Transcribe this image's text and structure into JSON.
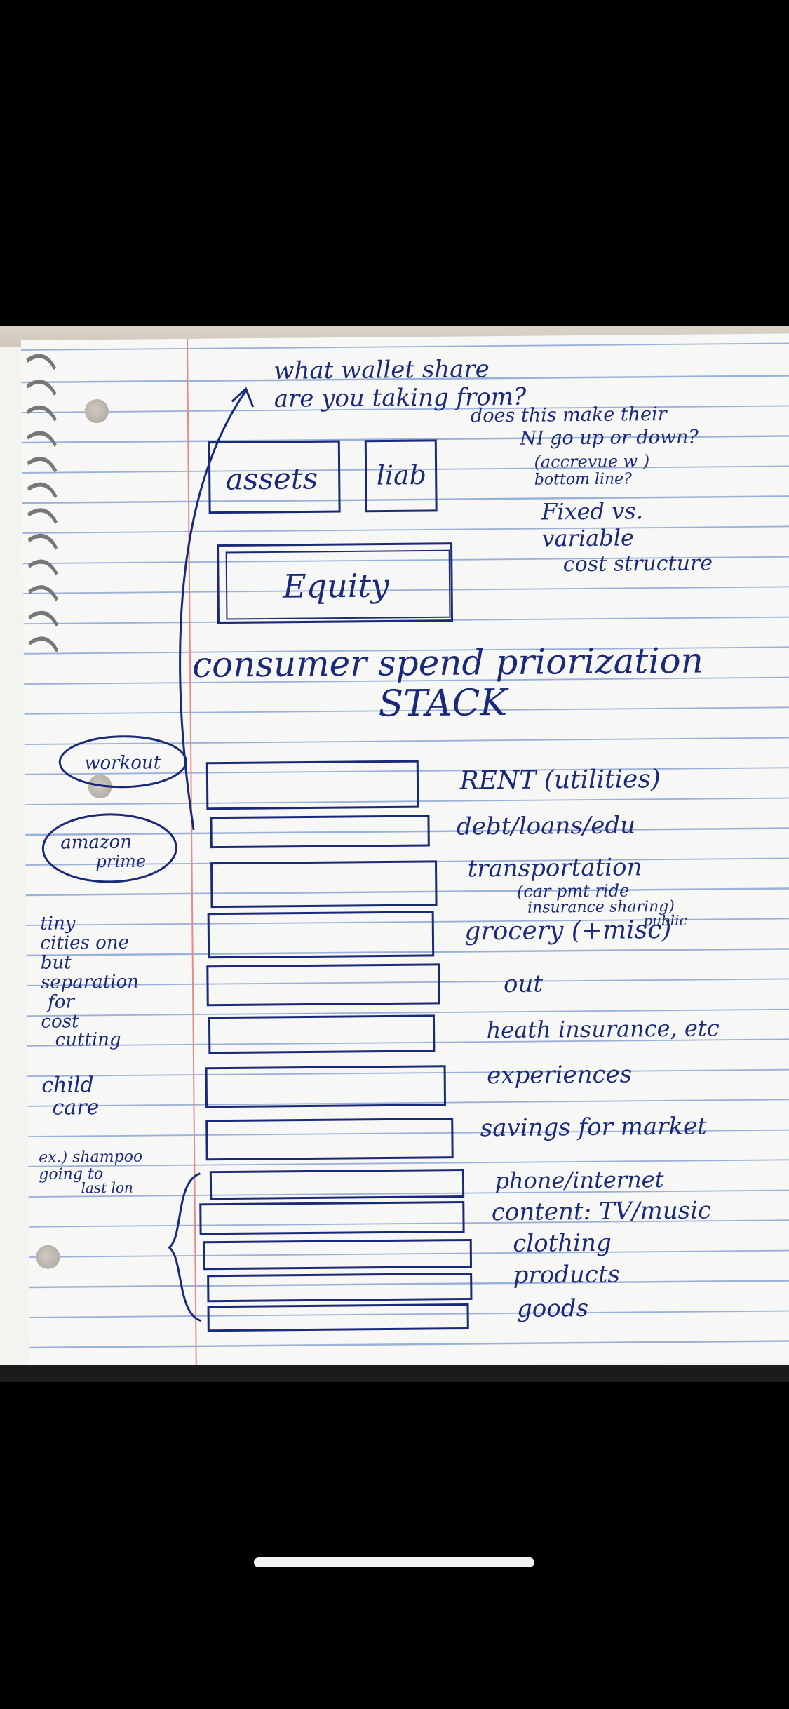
{
  "notes": {
    "top_question_1": "what wallet share",
    "top_question_2": "are you taking from?",
    "right_note_1": "does this make their",
    "right_note_2": "NI go up or down?",
    "right_note_3": "(accrevue w )",
    "right_note_4": "bottom line?",
    "fixed_1": "Fixed vs.",
    "fixed_2": "variable",
    "fixed_3": "cost structure",
    "box_assets": "assets",
    "box_liab": "liab",
    "box_equity": "Equity",
    "heading_1": "consumer spend priorization",
    "heading_2": "STACK",
    "left_oval_1": "workout",
    "left_oval_2_a": "amazon",
    "left_oval_2_b": "prime",
    "left_side_1": "tiny",
    "left_side_2": "cities one",
    "left_side_3": "but",
    "left_side_4": "separation",
    "left_side_5": "for",
    "left_side_6": "cost",
    "left_side_7": "cutting",
    "child_care_1": "child",
    "child_care_2": "care",
    "example_1": "ex.) shampoo",
    "example_2": "going to",
    "example_3": "last lon"
  },
  "stack": [
    {
      "label": "RENT (utilities)"
    },
    {
      "label": "debt/loans/edu"
    },
    {
      "label": "transportation"
    },
    {
      "label": "(car pmt   ride"
    },
    {
      "label": "insurance   sharing)"
    },
    {
      "label": "public"
    },
    {
      "label": "grocery (+misc)"
    },
    {
      "label": "out"
    },
    {
      "label": "heath insurance, etc"
    },
    {
      "label": "experiences"
    },
    {
      "label": "savings for market"
    },
    {
      "label": "phone/internet"
    },
    {
      "label": "content: TV/music"
    },
    {
      "label": "clothing"
    },
    {
      "label": "products"
    },
    {
      "label": "goods"
    }
  ],
  "colors": {
    "ink": "#1b2a78",
    "rule_lines": "#9bb0d8",
    "margin": "#e88a8a"
  }
}
